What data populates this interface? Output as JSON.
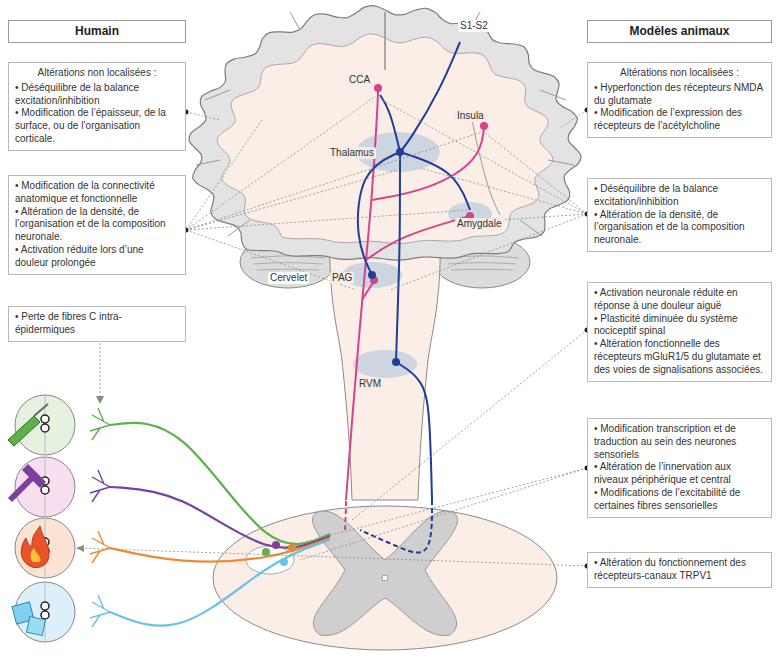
{
  "diagram": {
    "nodes": [
      {
        "text": [
          "Humain"
        ]
      },
      {
        "text": [
          "Modèles animaux"
        ]
      },
      {
        "text": [
          "Altérations non localisées :",
          "• Déséquilibre de la balance excitation/inhibition",
          "• Modification de l’épaisseur, de la surface, ou de l’organisation corticale."
        ]
      },
      {
        "text": [
          "Altérations non localisées :",
          "• Hyperfonction des récepteurs NMDA du glutamate",
          "• Modification de l’expression des récepteurs de l’acétylcholine"
        ]
      },
      {
        "text": [
          "• Modification de la connectivité anatomique et fonctionnelle",
          "• Altération de la densité, de l’organisation et de la composition neuronale.",
          "• Activation réduite lors d’une douleur prolongée"
        ]
      },
      {
        "text": [
          "• Déséquilibre de la balance excitation/inhibition",
          "• Altération de la densité, de l’organisation et de la composition neuronale."
        ]
      },
      {
        "text": [
          "• Perte de fibres C intra-épidermiques"
        ]
      },
      {
        "text": [
          "• Activation neuronale réduite en réponse à une douleur aiguë",
          "• Plasticité diminuée du système nociceptif spinal",
          "• Altération fonctionnelle des récepteurs mGluR1/5 du glutamate et des voies de signalisations associées."
        ]
      },
      {
        "text": [
          "• Modification transcription et de traduction au sein des neurones sensoriels",
          "• Altération de l’innervation aux niveaux périphérique et central",
          "• Modifications de l’excitabilité de certaines fibres sensorielles"
        ]
      },
      {
        "text": [
          "• Altération du fonctionnement des récepteurs-canaux TRPV1"
        ]
      }
    ],
    "labels": [
      "S1-S2",
      "CCA",
      "Thalamus",
      "Insula",
      "Amygdale",
      "Cervelet",
      "PAG",
      "RVM"
    ]
  }
}
